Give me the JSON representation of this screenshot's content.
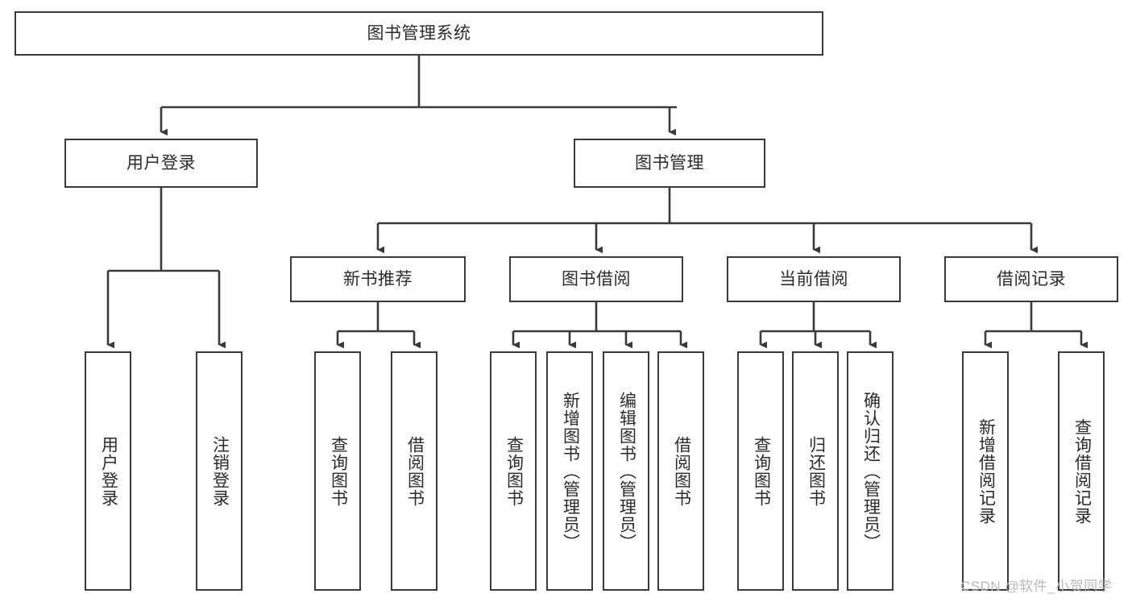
{
  "diagram": {
    "title": "图书管理系统",
    "root": {
      "label": "图书管理系统"
    },
    "level1": [
      {
        "label": "用户登录"
      },
      {
        "label": "图书管理"
      }
    ],
    "level2": [
      {
        "label": "新书推荐"
      },
      {
        "label": "图书借阅"
      },
      {
        "label": "当前借阅"
      },
      {
        "label": "借阅记录"
      }
    ],
    "leaves": {
      "user_login": [
        {
          "label": "用户登录"
        },
        {
          "label": "注销登录"
        }
      ],
      "new_book_recommend": [
        {
          "label": "查询图书"
        },
        {
          "label": "借阅图书"
        }
      ],
      "book_borrow": [
        {
          "label": "查询图书"
        },
        {
          "label": "新增图书（管理员）"
        },
        {
          "label": "编辑图书（管理员）"
        },
        {
          "label": "借阅图书"
        }
      ],
      "current_borrow": [
        {
          "label": "查询图书"
        },
        {
          "label": "归还图书"
        },
        {
          "label": "确认归还（管理员）"
        }
      ],
      "borrow_record": [
        {
          "label": "新增借阅记录"
        },
        {
          "label": "查询借阅记录"
        }
      ]
    }
  },
  "watermark": {
    "text": "CSDN @软件_小贺同学"
  },
  "colors": {
    "stroke": "#3a3a3a",
    "background": "#ffffff",
    "text": "#2b2b2b",
    "watermark": "#b9b9b9"
  }
}
